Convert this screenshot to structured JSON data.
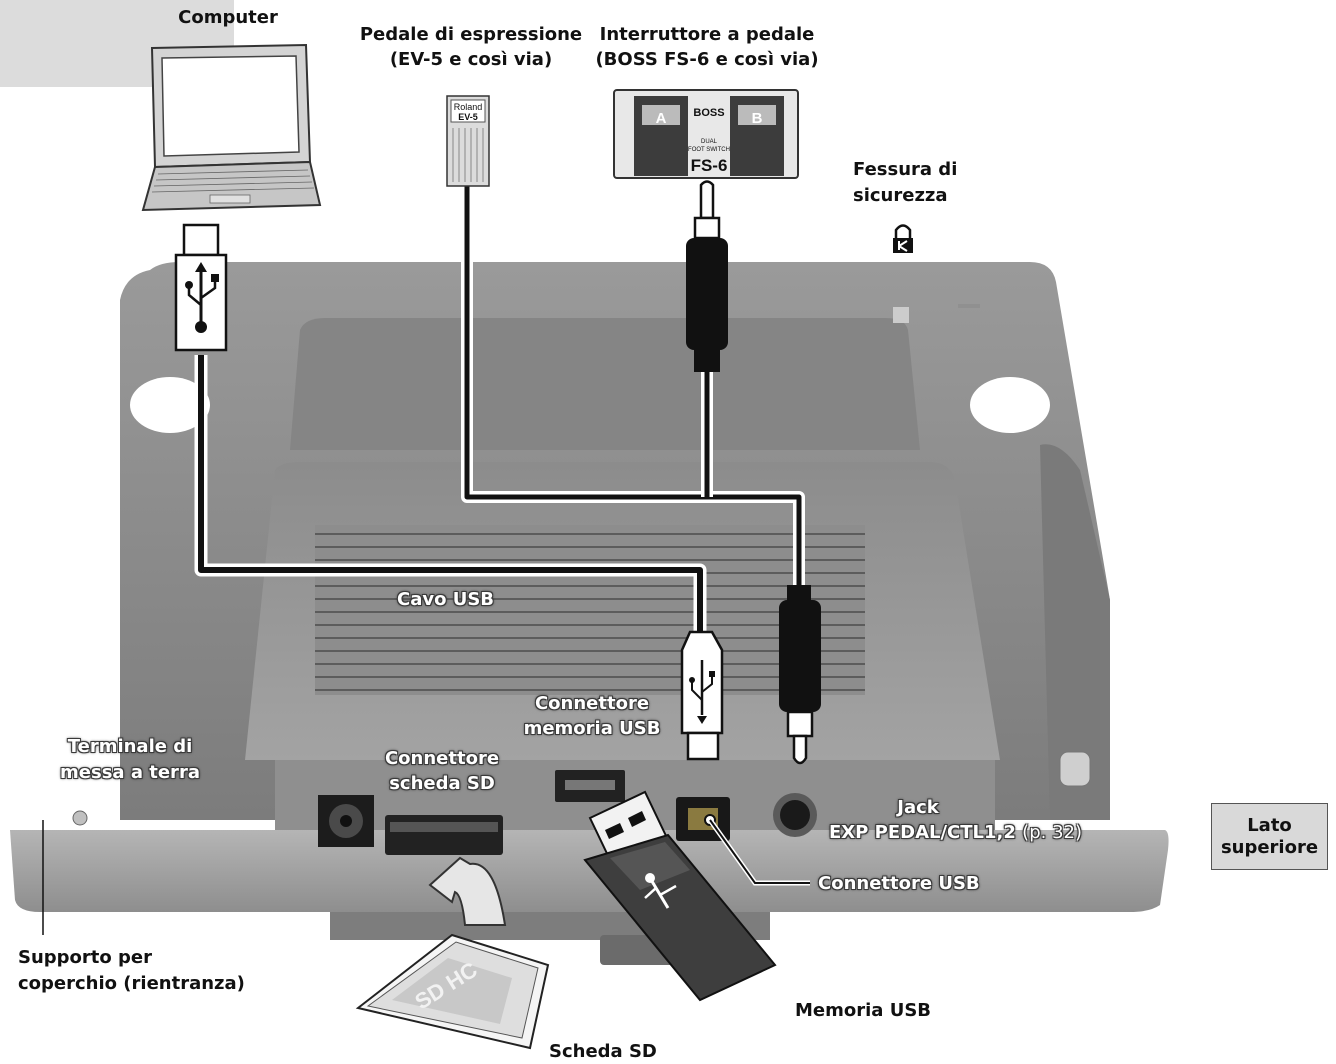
{
  "labels": {
    "computer": "Computer",
    "expression_pedal_line1": "Pedale di espressione",
    "expression_pedal_line2": "(EV-5 e così via)",
    "foot_switch_line1": "Interruttore a pedale",
    "foot_switch_line2": "(BOSS FS-6 e così via)",
    "security_slot_line1": "Fessura di",
    "security_slot_line2": "sicurezza",
    "usb_cable": "Cavo USB",
    "usb_memory_connector_line1": "Connettore",
    "usb_memory_connector_line2": "memoria USB",
    "ground_terminal_line1": "Terminale di",
    "ground_terminal_line2": "messa a terra",
    "sd_connector_line1": "Connettore",
    "sd_connector_line2": "scheda SD",
    "jack_line1": "Jack",
    "jack_line2": "EXP PEDAL/CTL1,2",
    "jack_page_ref": "(p. 32)",
    "usb_connector": "Connettore USB",
    "cover_support_line1": "Supporto per",
    "cover_support_line2": "coperchio (rientranza)",
    "usb_memory": "Memoria USB",
    "sd_card": "Scheda SD",
    "top_side_line1": "Lato",
    "top_side_line2": "superiore"
  },
  "device_prints": {
    "ev5_brand": "Roland",
    "ev5_model": "EV-5",
    "fs6_brand": "BOSS",
    "fs6_pedal_a": "A",
    "fs6_pedal_b": "B",
    "fs6_desc_line1": "DUAL",
    "fs6_desc_line2": "FOOT SWITCH",
    "fs6_model": "FS-6",
    "sd_card_logo": "SD HC"
  },
  "colors": {
    "device_body": "#8a8a8a",
    "device_dark": "#6e6e6e",
    "cable": "#111111",
    "label_bg": "#d9d9d9"
  }
}
